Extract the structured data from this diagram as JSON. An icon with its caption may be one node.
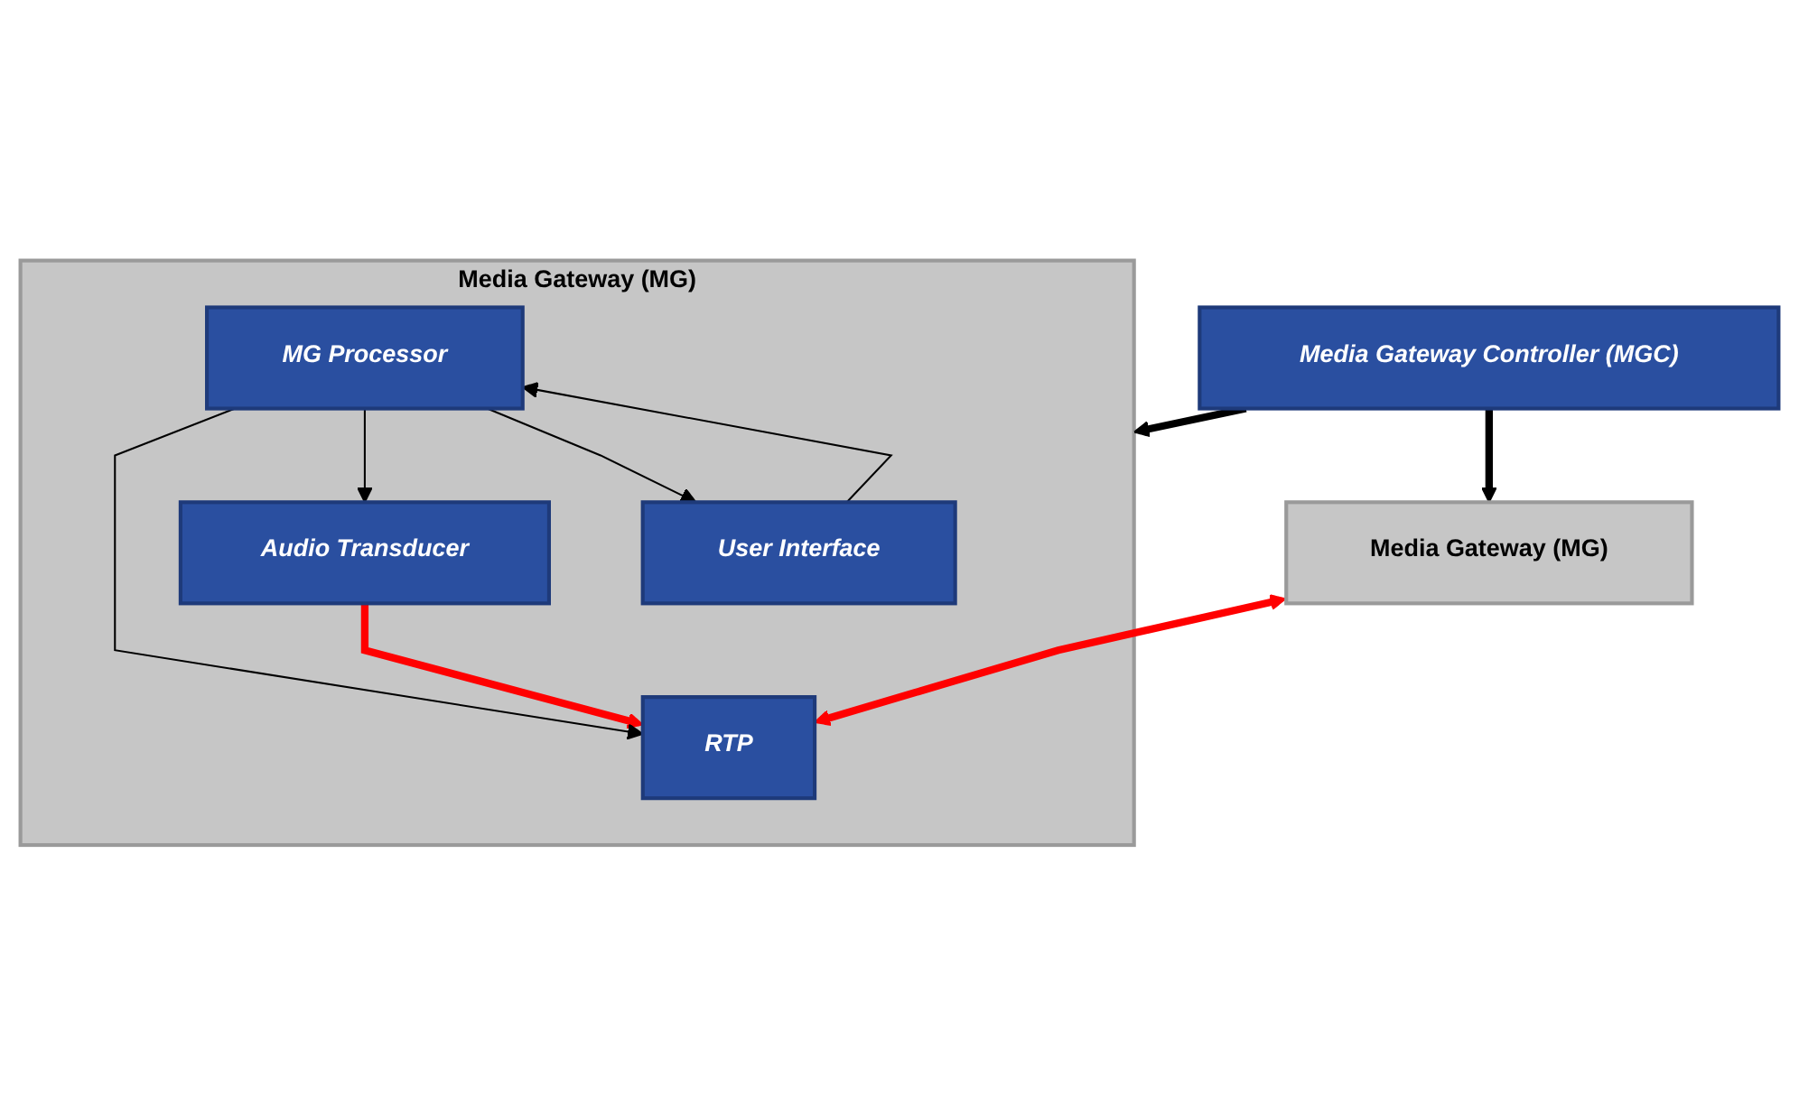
{
  "diagram": {
    "nodes": [
      {
        "text": [
          "Media Gateway Controller (MGC)"
        ]
      },
      {
        "text": [
          "Media Gateway (MG)"
        ]
      },
      {
        "text": [
          "Media Gateway (MG)"
        ]
      },
      {
        "text": [
          "RTP"
        ],
        "in": 2
      },
      {
        "text": [
          "Audio Transducer"
        ],
        "in": 2
      },
      {
        "text": [
          "MG Processor"
        ],
        "in": 2
      },
      {
        "text": [
          "User Interface"
        ],
        "in": 2
      }
    ],
    "edges": [
      {
        "from": 0,
        "to": 1,
        "arrow": "to",
        "style": "thick"
      },
      {
        "from": 0,
        "to": 2,
        "arrow": "to",
        "style": "thick"
      },
      {
        "from": 1,
        "to": 3,
        "arrow": "both",
        "style": "thick",
        "color": "#ff0000"
      },
      {
        "from": 4,
        "to": 3,
        "arrow": "to",
        "style": "thick",
        "color": "#ff0000"
      },
      {
        "from": 5,
        "to": 3,
        "arrow": "to"
      },
      {
        "from": 5,
        "to": 4,
        "arrow": "to"
      },
      {
        "from": 6,
        "to": 5,
        "arrow": "to"
      },
      {
        "from": 5,
        "to": 6,
        "arrow": "to"
      }
    ]
  }
}
